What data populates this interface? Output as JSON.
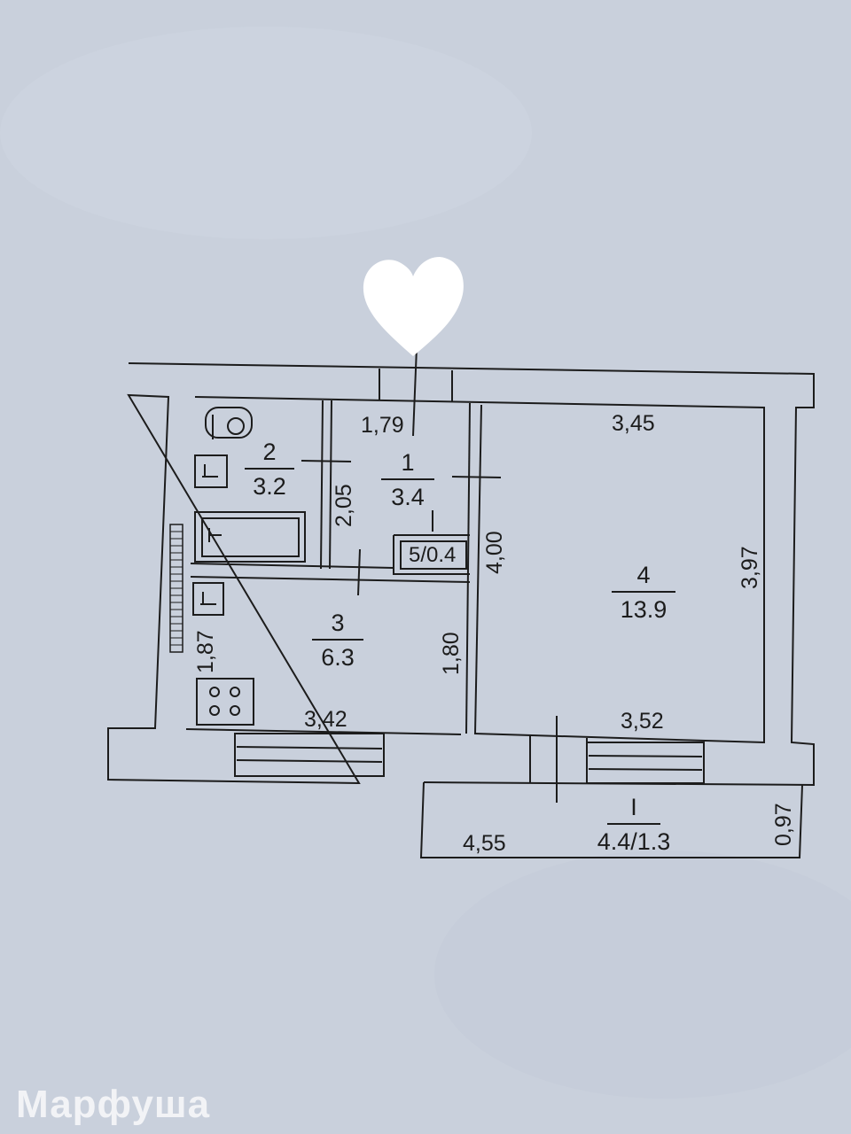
{
  "rooms": [
    {
      "id": "room-1",
      "number": "1",
      "area": "3.4"
    },
    {
      "id": "room-2",
      "number": "2",
      "area": "3.2"
    },
    {
      "id": "room-3",
      "number": "3",
      "area": "6.3"
    },
    {
      "id": "room-4",
      "number": "4",
      "area": "13.9"
    },
    {
      "id": "balcony",
      "number": "I",
      "area": "4.4/1.3"
    }
  ],
  "closet_label": "5/0.4",
  "dimensions": {
    "corridor_top": "1,79",
    "corridor_side": "2,05",
    "room4_top": "3,45",
    "room4_right": "3,97",
    "room4_left": "4,00",
    "room4_bottom": "3,52",
    "kitchen_right": "1,80",
    "kitchen_left": "1,87",
    "kitchen_bottom": "3,42",
    "balcony_length": "4,55",
    "balcony_depth": "0,97"
  },
  "watermark": "Марфуша",
  "colors": {
    "paper": "#c9d0dc",
    "ink": "#1c1c1c",
    "heart": "#ffffff"
  }
}
